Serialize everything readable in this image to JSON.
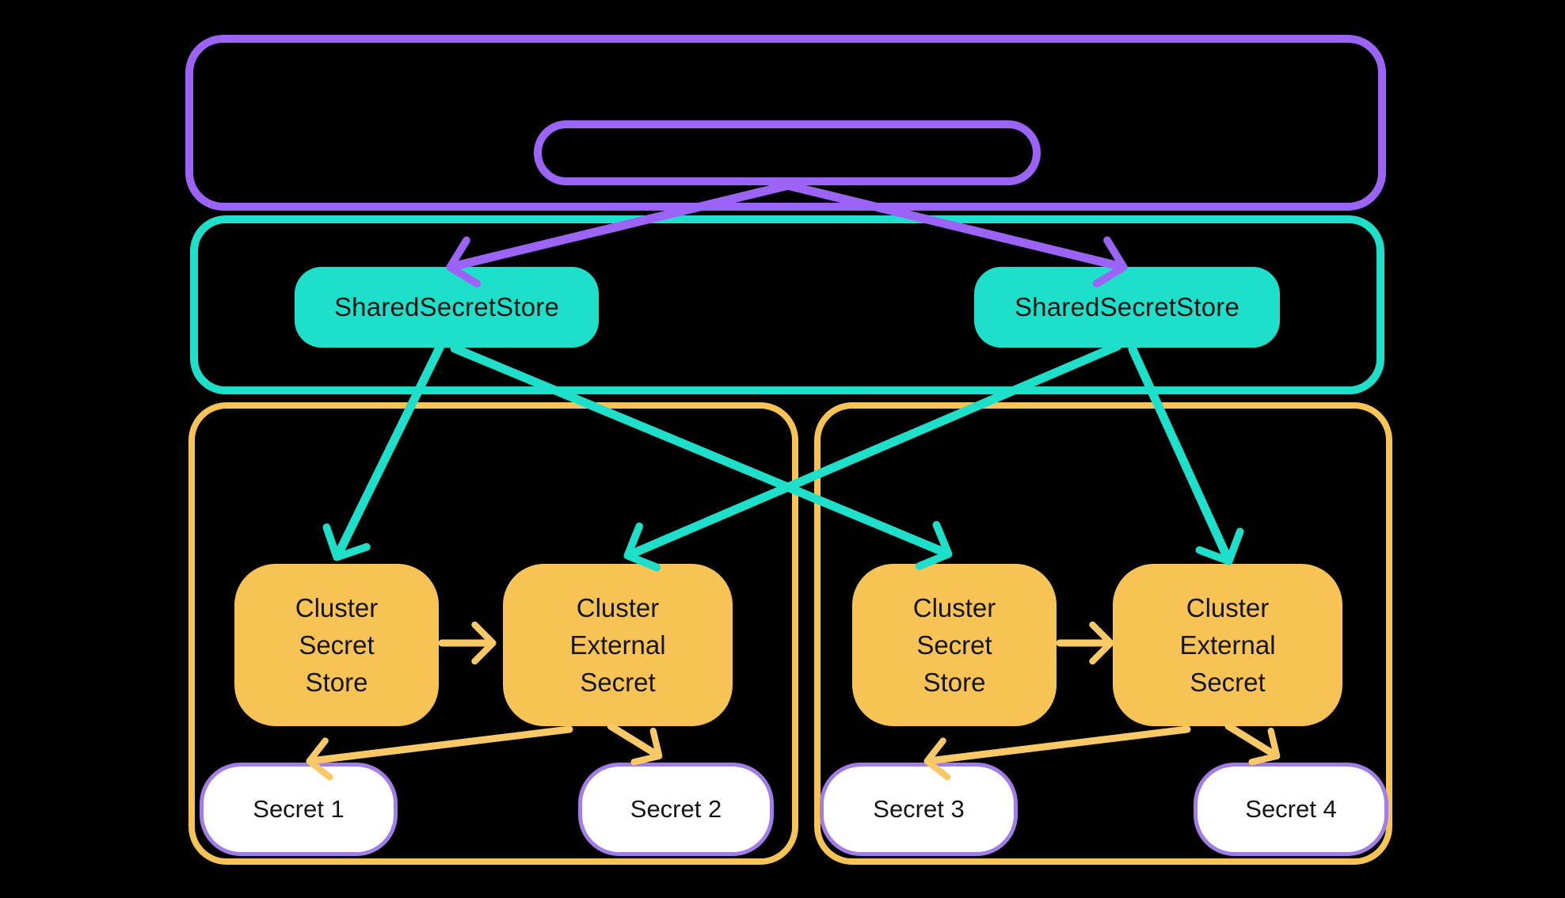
{
  "colors": {
    "background": "#000000",
    "purple": "#9C64F6",
    "teal": "#1EDFC9",
    "orange": "#F7C355",
    "orange_arrow": "#F8C964",
    "secret_border": "#A27CE9",
    "secret_fill": "#FFFFFF",
    "label_text": "#151515"
  },
  "shared_secret_stores": [
    {
      "label": "SharedSecretStore"
    },
    {
      "label": "SharedSecretStore"
    }
  ],
  "clusters": [
    {
      "secret_store": {
        "label": "Cluster\nSecret\nStore"
      },
      "external_secret": {
        "label": "Cluster\nExternal\nSecret"
      },
      "secrets": [
        {
          "label": "Secret 1"
        },
        {
          "label": "Secret 2"
        }
      ]
    },
    {
      "secret_store": {
        "label": "Cluster\nSecret\nStore"
      },
      "external_secret": {
        "label": "Cluster\nExternal\nSecret"
      },
      "secrets": [
        {
          "label": "Secret 3"
        },
        {
          "label": "Secret 4"
        }
      ]
    }
  ]
}
